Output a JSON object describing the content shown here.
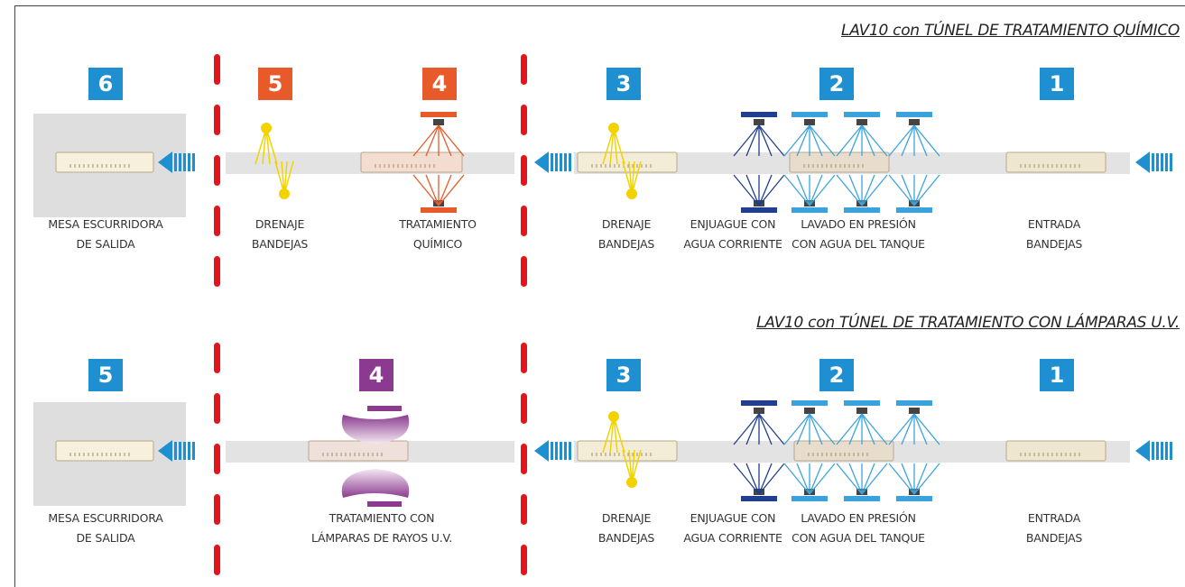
{
  "sections": [
    {
      "title": "LAV10 con TÚNEL DE TRATAMIENTO QUÍMICO",
      "steps": [
        {
          "number": "6",
          "color": "#1e8fd0",
          "caption": [
            "MESA ESCURRIDORA",
            "DE SALIDA"
          ]
        },
        {
          "number": "5",
          "color": "#e85a2a",
          "caption": [
            "DRENAJE",
            "BANDEJAS"
          ]
        },
        {
          "number": "4",
          "color": "#e85a2a",
          "caption": [
            "TRATAMIENTO",
            "QUÍMICO"
          ]
        },
        {
          "number": "3",
          "color": "#1e8fd0",
          "caption": [
            "DRENAJE",
            "BANDEJAS"
          ]
        },
        {
          "number": "2",
          "color": "#1e8fd0",
          "caption_rinse": [
            "ENJUAGUE CON",
            "AGUA CORRIENTE"
          ],
          "caption_wash": [
            "LAVADO EN PRESIÓN",
            "CON AGUA DEL TANQUE"
          ]
        },
        {
          "number": "1",
          "color": "#1e8fd0",
          "caption": [
            "ENTRADA",
            "BANDEJAS"
          ]
        }
      ]
    },
    {
      "title": "LAV10 con TÚNEL DE TRATAMIENTO CON LÁMPARAS U.V.",
      "steps": [
        {
          "number": "5",
          "color": "#1e8fd0",
          "caption": [
            "MESA ESCURRIDORA",
            "DE SALIDA"
          ]
        },
        {
          "number": "4",
          "color": "#8a3b8f",
          "caption": [
            "TRATAMIENTO CON",
            "LÁMPARAS DE RAYOS U.V."
          ]
        },
        {
          "number": "3",
          "color": "#1e8fd0",
          "caption": [
            "DRENAJE",
            "BANDEJAS"
          ]
        },
        {
          "number": "2",
          "color": "#1e8fd0",
          "caption_rinse": [
            "ENJUAGUE CON",
            "AGUA CORRIENTE"
          ],
          "caption_wash": [
            "LAVADO EN PRESIÓN",
            "CON AGUA DEL TANQUE"
          ]
        },
        {
          "number": "1",
          "color": "#1e8fd0",
          "caption": [
            "ENTRADA",
            "BANDEJAS"
          ]
        }
      ]
    }
  ],
  "colors": {
    "blue_badge": "#1e8fd0",
    "orange_badge": "#e85a2a",
    "purple_badge": "#8a3b8f",
    "divider_red": "#e3151a",
    "conveyor_grey": "#e3e3e3",
    "arrow_blue": "#1e8fd0",
    "dark_nozzle": "#1f3f8f",
    "light_nozzle": "#3aa3dd",
    "drain_yellow": "#f2d300"
  }
}
